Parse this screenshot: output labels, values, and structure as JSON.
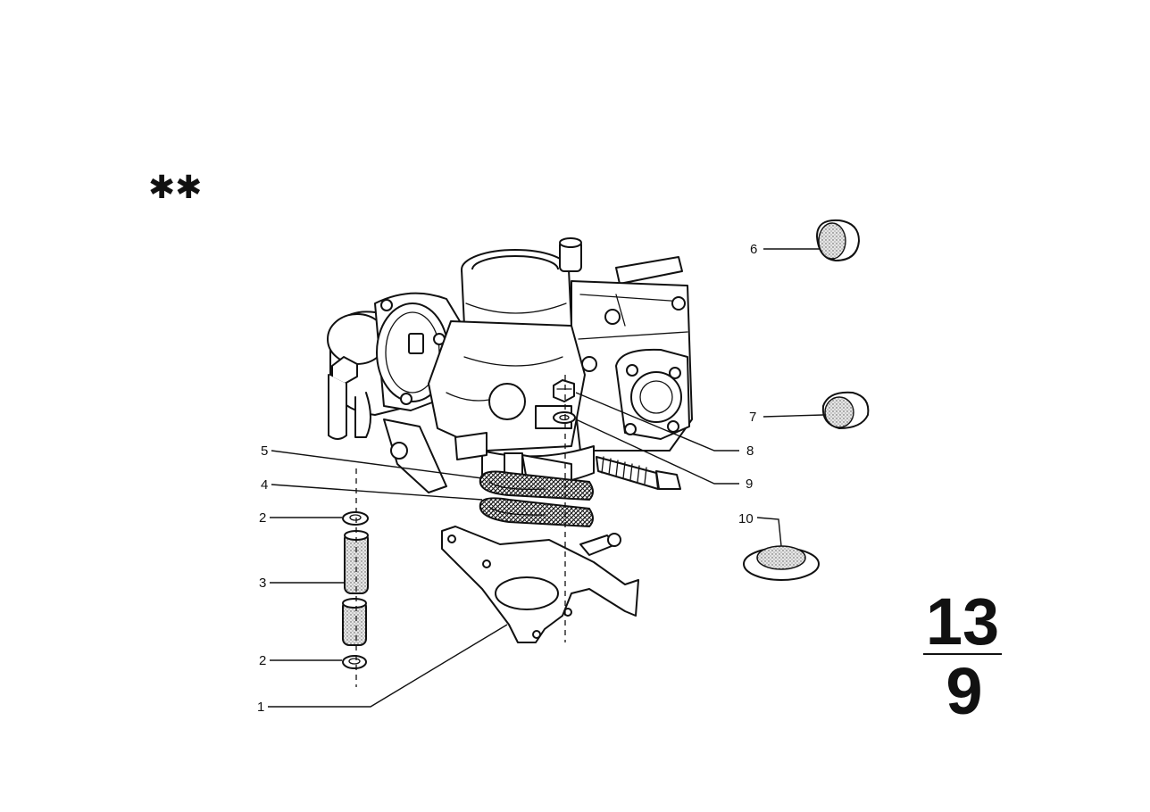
{
  "marker": {
    "symbol": "✱✱"
  },
  "group": {
    "main": "13",
    "sub": "9"
  },
  "callouts": [
    {
      "id": "c1",
      "label": "1"
    },
    {
      "id": "c2a",
      "label": "2"
    },
    {
      "id": "c2b",
      "label": "2"
    },
    {
      "id": "c3",
      "label": "3"
    },
    {
      "id": "c4",
      "label": "4"
    },
    {
      "id": "c5",
      "label": "5"
    },
    {
      "id": "c6",
      "label": "6"
    },
    {
      "id": "c7",
      "label": "7"
    },
    {
      "id": "c8",
      "label": "8"
    },
    {
      "id": "c9",
      "label": "9"
    },
    {
      "id": "c10",
      "label": "10"
    }
  ]
}
